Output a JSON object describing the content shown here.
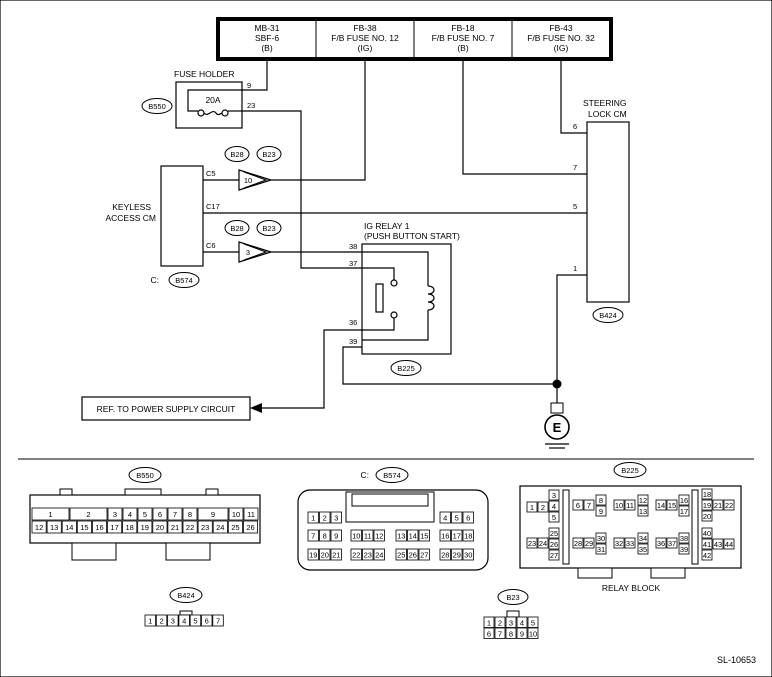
{
  "top_fuses": [
    {
      "name": "MB-31",
      "detail": "SBF-6",
      "supply": "(B)"
    },
    {
      "name": "FB-38",
      "detail": "F/B FUSE NO. 12",
      "supply": "(IG)"
    },
    {
      "name": "FB-18",
      "detail": "F/B FUSE NO. 7",
      "supply": "(B)"
    },
    {
      "name": "FB-43",
      "detail": "F/B FUSE NO. 32",
      "supply": "(IG)"
    }
  ],
  "fuse_holder": {
    "label": "FUSE HOLDER",
    "connector": "B550",
    "rating": "20A",
    "pin_in": "9",
    "pin_out": "23"
  },
  "keyless_cm": {
    "label_line1": "KEYLESS",
    "label_line2": "ACCESS CM",
    "connector": "C: B574",
    "connector_prefix": "C:",
    "connector_id": "B574",
    "pins": {
      "c5": "C5",
      "c17": "C17",
      "c6": "C6"
    }
  },
  "junction_connectors": {
    "a": "B28",
    "b": "B23"
  },
  "junction_pins": {
    "upper": "10",
    "lower": "3"
  },
  "steering_lock": {
    "label_line1": "STEERING",
    "label_line2": "LOCK CM",
    "connector": "B424",
    "pins": {
      "p6": "6",
      "p7": "7",
      "p5": "5",
      "p1": "1"
    }
  },
  "ig_relay": {
    "label_line1": "IG RELAY 1",
    "label_line2": "(PUSH BUTTON START)",
    "connector": "B225",
    "pins": {
      "p38": "38",
      "p37": "37",
      "p36": "36",
      "p39": "39"
    }
  },
  "ref_box": "REF. TO POWER SUPPLY CIRCUIT",
  "ground": "E",
  "connector_views": {
    "b550": {
      "label": "B550",
      "top_row": [
        "1",
        "2",
        "3",
        "4",
        "5",
        "6",
        "7",
        "8",
        "9",
        "10",
        "11"
      ],
      "bottom_row": [
        "12",
        "13",
        "14",
        "15",
        "16",
        "17",
        "18",
        "19",
        "20",
        "21",
        "22",
        "23",
        "24",
        "25",
        "26"
      ]
    },
    "b574": {
      "label": "C: B574",
      "row1a": [
        "1",
        "2",
        "3"
      ],
      "row1b": [
        "4",
        "5",
        "6"
      ],
      "row2": [
        "7",
        "8",
        "9",
        "10",
        "11",
        "12",
        "13",
        "14",
        "15",
        "16",
        "17",
        "18"
      ],
      "row3": [
        "19",
        "20",
        "21",
        "22",
        "23",
        "24",
        "25",
        "26",
        "27",
        "28",
        "29",
        "30"
      ]
    },
    "b225": {
      "label": "B225",
      "caption": "RELAY BLOCK",
      "pins": [
        "1",
        "2",
        "3",
        "4",
        "5",
        "6",
        "7",
        "8",
        "9",
        "10",
        "11",
        "12",
        "13",
        "14",
        "15",
        "16",
        "17",
        "18",
        "19",
        "20",
        "21",
        "22",
        "23",
        "24",
        "25",
        "26",
        "27",
        "28",
        "29",
        "30",
        "31",
        "32",
        "33",
        "34",
        "35",
        "36",
        "37",
        "38",
        "39",
        "40",
        "41",
        "42",
        "43",
        "44"
      ]
    },
    "b424": {
      "label": "B424",
      "pins": [
        "1",
        "2",
        "3",
        "4",
        "5",
        "6",
        "7"
      ]
    },
    "b23": {
      "label": "B23",
      "row1": [
        "1",
        "2",
        "3",
        "4",
        "5"
      ],
      "row2": [
        "6",
        "7",
        "8",
        "9",
        "10"
      ]
    }
  },
  "figure_id": "SL-10653"
}
